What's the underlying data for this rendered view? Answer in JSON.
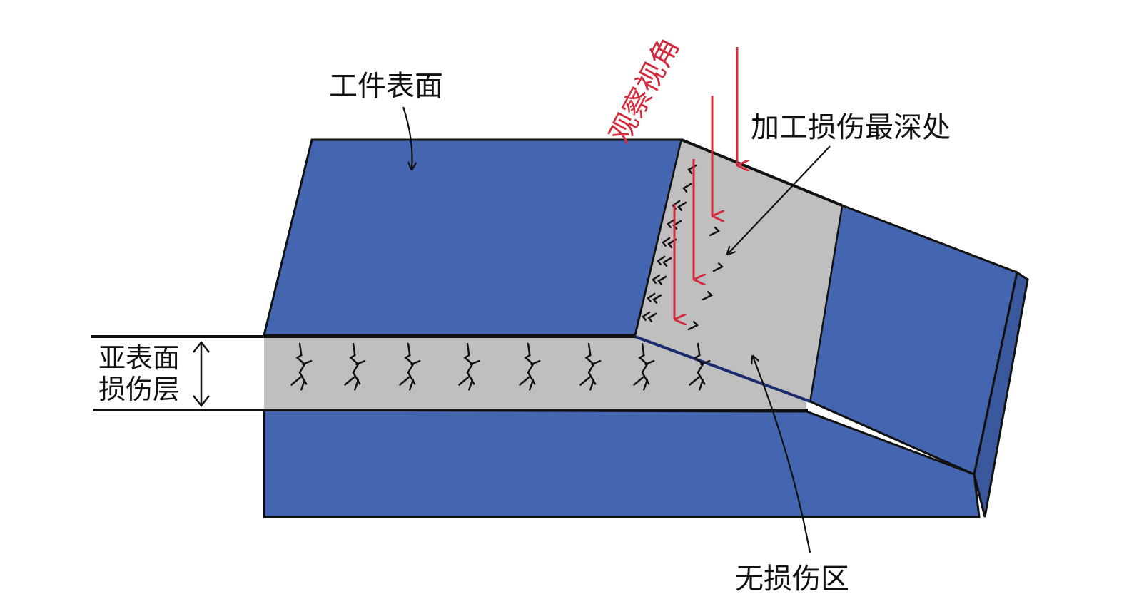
{
  "labels": {
    "workpiece_surface": "工件表面",
    "observation_angle": "观察视角",
    "deepest_damage": "加工损伤最深处",
    "subsurface_line1": "亚表面",
    "subsurface_line2": "损伤层",
    "no_damage_zone": "无损伤区"
  },
  "colors": {
    "block_blue": "#4466b0",
    "cut_gray": "#bfbfbf",
    "outline": "#111111",
    "view_arrow_red": "#d42a3c",
    "label_text": "#111111"
  }
}
